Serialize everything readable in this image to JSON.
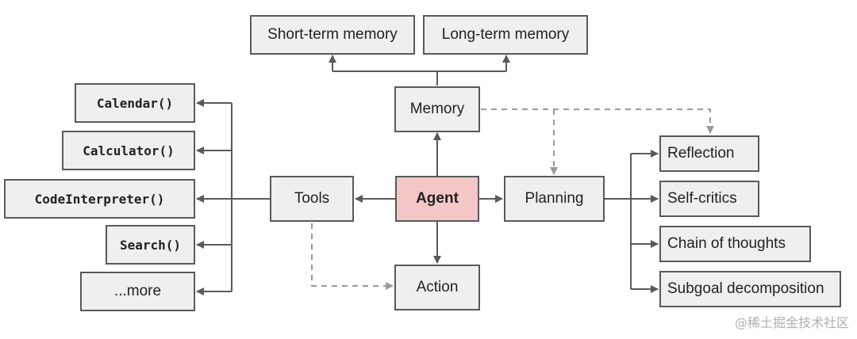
{
  "nodes": {
    "short_term_memory": "Short-term memory",
    "long_term_memory": "Long-term memory",
    "memory": "Memory",
    "calendar": "Calendar()",
    "calculator": "Calculator()",
    "code_interpreter": "CodeInterpreter()",
    "search": "Search()",
    "more": "...more",
    "tools": "Tools",
    "agent": "Agent",
    "planning": "Planning",
    "action": "Action",
    "reflection": "Reflection",
    "self_critics": "Self-critics",
    "chain_of_thoughts": "Chain of thoughts",
    "subgoal_decomposition": "Subgoal decomposition"
  },
  "watermark": "@稀土掘金技术社区",
  "colors": {
    "agent_fill": "#f4c7c7",
    "box_fill": "#efefef",
    "line": "#595959",
    "dashed_line": "#999999"
  }
}
